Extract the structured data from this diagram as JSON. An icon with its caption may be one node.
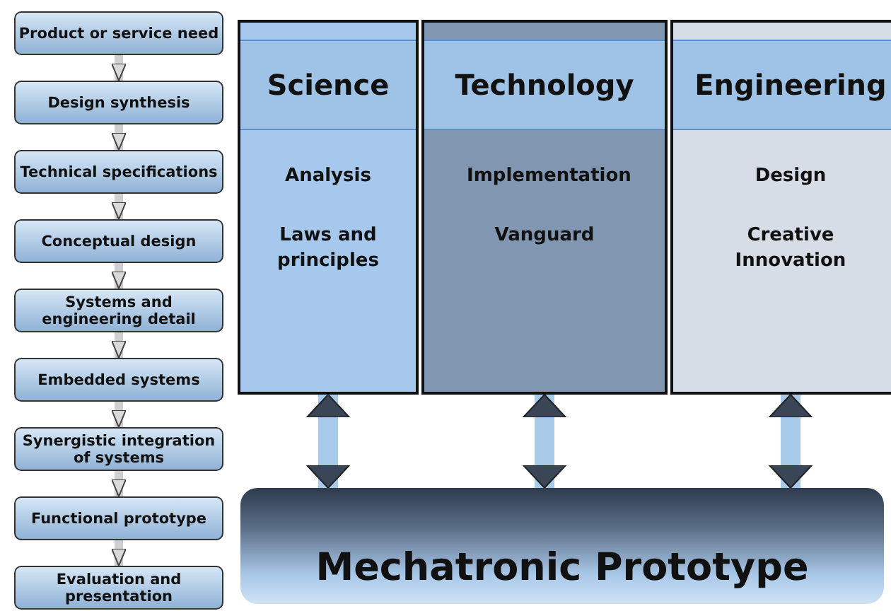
{
  "diagram": {
    "nodes": [
      {
        "text": [
          "Product or service need"
        ]
      },
      {
        "text": [
          "Design synthesis"
        ]
      },
      {
        "text": [
          "Technical specifications"
        ]
      },
      {
        "text": [
          "Conceptual design"
        ]
      },
      {
        "text": [
          "Systems and engineering detail"
        ]
      },
      {
        "text": [
          "Embedded systems"
        ]
      },
      {
        "text": [
          "Synergistic integration of systems"
        ]
      },
      {
        "text": [
          "Functional prototype"
        ]
      },
      {
        "text": [
          "Evaluation and presentation"
        ]
      },
      {
        "text": [
          "Science",
          "Analysis",
          "Laws and principles"
        ]
      },
      {
        "text": [
          "Technology",
          "Implementation",
          "Vanguard"
        ]
      },
      {
        "text": [
          "Engineering",
          "Design",
          "Creative Innovation"
        ]
      },
      {
        "text": [
          "Mechatronic Prototype"
        ]
      }
    ],
    "edges": [
      {
        "from": 0,
        "to": 1,
        "arrow": "to"
      },
      {
        "from": 1,
        "to": 2,
        "arrow": "to"
      },
      {
        "from": 2,
        "to": 3,
        "arrow": "to"
      },
      {
        "from": 3,
        "to": 4,
        "arrow": "to"
      },
      {
        "from": 4,
        "to": 5,
        "arrow": "to"
      },
      {
        "from": 5,
        "to": 6,
        "arrow": "to"
      },
      {
        "from": 6,
        "to": 7,
        "arrow": "to"
      },
      {
        "from": 7,
        "to": 8,
        "arrow": "to"
      },
      {
        "from": 9,
        "to": 12,
        "arrow": "both",
        "style": "thick"
      },
      {
        "from": 10,
        "to": 12,
        "arrow": "both",
        "style": "thick"
      },
      {
        "from": 11,
        "to": 12,
        "arrow": "both",
        "style": "thick"
      }
    ]
  }
}
